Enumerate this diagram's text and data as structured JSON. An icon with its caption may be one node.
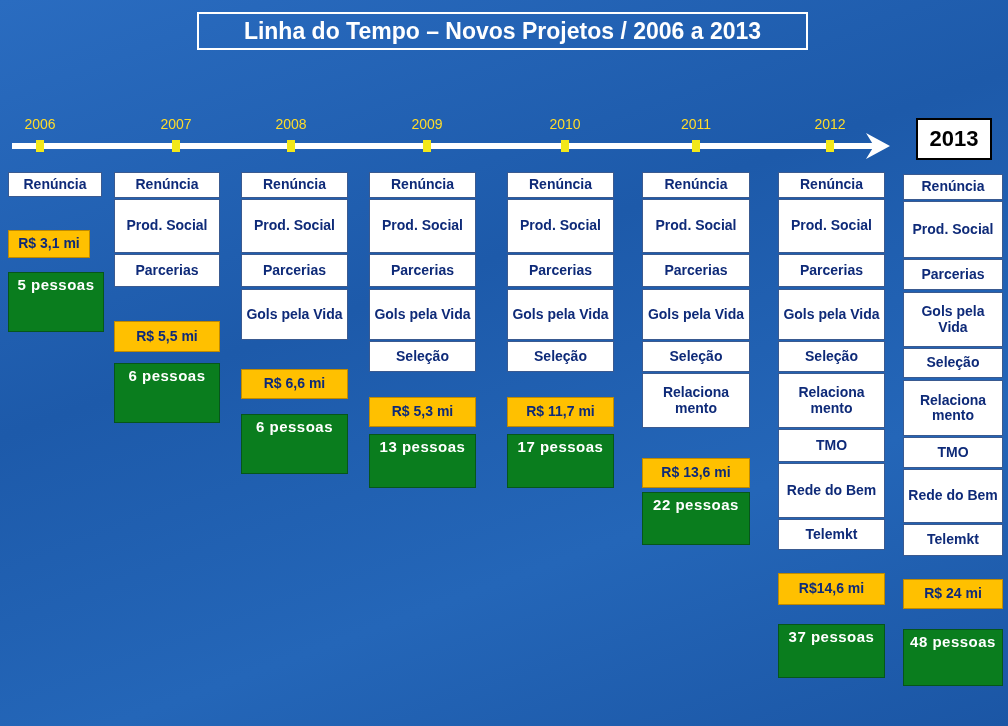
{
  "diagram": {
    "title": "Linha do Tempo – Novos Projetos / 2006 a 2013",
    "nodes": [
      {
        "text": [
          "Renúncia"
        ]
      },
      {
        "text": [
          "R$ 3,1 mi"
        ]
      },
      {
        "text": [
          "5 pessoas"
        ]
      },
      {
        "text": [
          "Renúncia"
        ]
      },
      {
        "text": [
          "Prod. Social"
        ]
      },
      {
        "text": [
          "Parcerias"
        ]
      },
      {
        "text": [
          "R$ 5,5 mi"
        ]
      },
      {
        "text": [
          "6 pessoas"
        ]
      },
      {
        "text": [
          "Renúncia"
        ]
      },
      {
        "text": [
          "Prod. Social"
        ]
      },
      {
        "text": [
          "Parcerias"
        ]
      },
      {
        "text": [
          "Gols pela Vida"
        ]
      },
      {
        "text": [
          "R$ 6,6 mi"
        ]
      },
      {
        "text": [
          "6 pessoas"
        ]
      },
      {
        "text": [
          "Renúncia"
        ]
      },
      {
        "text": [
          "Prod. Social"
        ]
      },
      {
        "text": [
          "Parcerias"
        ]
      },
      {
        "text": [
          "Gols pela Vida"
        ]
      },
      {
        "text": [
          "Seleção"
        ]
      },
      {
        "text": [
          "R$ 5,3 mi"
        ]
      },
      {
        "text": [
          "13 pessoas"
        ]
      },
      {
        "text": [
          "Renúncia"
        ]
      },
      {
        "text": [
          "Prod. Social"
        ]
      },
      {
        "text": [
          "Parcerias"
        ]
      },
      {
        "text": [
          "Gols pela Vida"
        ]
      },
      {
        "text": [
          "Seleção"
        ]
      },
      {
        "text": [
          "R$ 11,7 mi"
        ]
      },
      {
        "text": [
          "17 pessoas"
        ]
      },
      {
        "text": [
          "Renúncia"
        ]
      },
      {
        "text": [
          "Prod. Social"
        ]
      },
      {
        "text": [
          "Parcerias"
        ]
      },
      {
        "text": [
          "Gols pela Vida"
        ]
      },
      {
        "text": [
          "Seleção"
        ]
      },
      {
        "text": [
          "Relaciona mento"
        ]
      },
      {
        "text": [
          "R$ 13,6 mi"
        ]
      },
      {
        "text": [
          "22 pessoas"
        ]
      },
      {
        "text": [
          "Renúncia"
        ]
      },
      {
        "text": [
          "Prod. Social"
        ]
      },
      {
        "text": [
          "Parcerias"
        ]
      },
      {
        "text": [
          "Gols pela Vida"
        ]
      },
      {
        "text": [
          "Seleção"
        ]
      },
      {
        "text": [
          "Relaciona mento"
        ]
      },
      {
        "text": [
          "TMO"
        ]
      },
      {
        "text": [
          "Rede do Bem"
        ]
      },
      {
        "text": [
          "Telemkt"
        ]
      },
      {
        "text": [
          "R$14,6 mi"
        ]
      },
      {
        "text": [
          "37 pessoas"
        ]
      },
      {
        "text": [
          "2013"
        ]
      },
      {
        "text": [
          "Renúncia"
        ]
      },
      {
        "text": [
          "Prod. Social"
        ]
      },
      {
        "text": [
          "Parcerias"
        ]
      },
      {
        "text": [
          "Gols pela Vida"
        ]
      },
      {
        "text": [
          "Seleção"
        ]
      },
      {
        "text": [
          "Relaciona mento"
        ]
      },
      {
        "text": [
          "TMO"
        ]
      },
      {
        "text": [
          "Rede do Bem"
        ]
      },
      {
        "text": [
          "Telemkt"
        ]
      },
      {
        "text": [
          "R$ 24 mi"
        ]
      },
      {
        "text": [
          "48 pessoas"
        ]
      }
    ],
    "edges": [],
    "labels": [
      "2006",
      "2007",
      "2008",
      "2009",
      "2010",
      "2011",
      "2012"
    ]
  }
}
